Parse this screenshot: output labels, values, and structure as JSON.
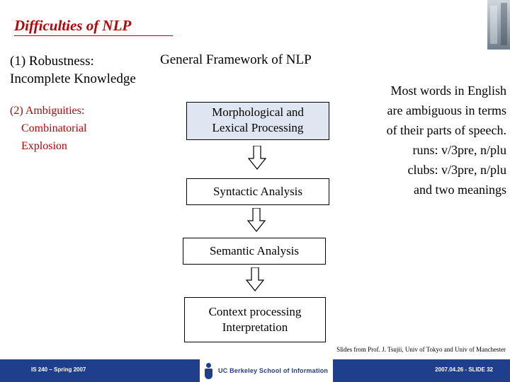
{
  "slide": {
    "title": "Difficulties of NLP",
    "title_color": "#c00000",
    "left_column": {
      "item1_line1": "(1) Robustness:",
      "item1_line2": "Incomplete Knowledge",
      "item2_line1": "(2) Ambiguities:",
      "item2_line2": "Combinatorial",
      "item2_line3": "Explosion",
      "item2_color": "#c00000"
    },
    "framework_heading": "General Framework of NLP",
    "flow": {
      "boxes": [
        {
          "name": "morphological-lexical",
          "line1": "Morphological and",
          "line2": "Lexical Processing",
          "fill": "#dfe5f1"
        },
        {
          "name": "syntactic",
          "line1": "Syntactic Analysis",
          "line2": "",
          "fill": "#ffffff"
        },
        {
          "name": "semantic",
          "line1": "Semantic Analysis",
          "line2": "",
          "fill": "#ffffff"
        },
        {
          "name": "context",
          "line1": "Context processing",
          "line2": "Interpretation",
          "fill": "#ffffff"
        }
      ],
      "arrow_icon": "arrow-down-icon"
    },
    "right_column": [
      "Most words in English",
      "are ambiguous in terms",
      "of their parts of speech.",
      "runs: v/3pre, n/plu",
      "clubs: v/3pre, n/plu",
      "and two meanings"
    ],
    "credit": "Slides from Prof. J. Tsujii, Univ of Tokyo and Univ of Manchester",
    "footer": {
      "left": "IS 240 – Spring 2007",
      "logo": "UC Berkeley School of Information",
      "right": "2007.04.26 - SLIDE 32",
      "bar_color": "#1f3e8c"
    }
  }
}
